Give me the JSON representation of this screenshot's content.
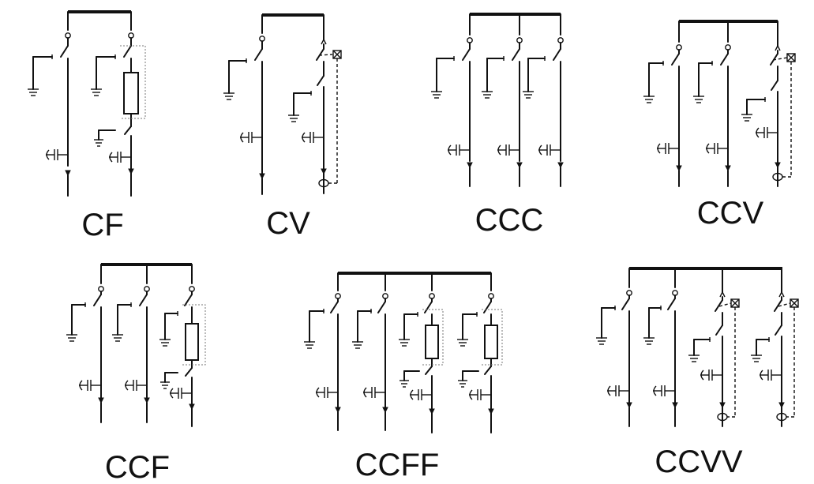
{
  "diagram": {
    "units": [
      {
        "label": "CF"
      },
      {
        "label": "CV"
      },
      {
        "label": "CCC"
      },
      {
        "label": "CCV"
      },
      {
        "label": "CCF"
      },
      {
        "label": "CCFF"
      },
      {
        "label": "CCVV"
      }
    ]
  }
}
